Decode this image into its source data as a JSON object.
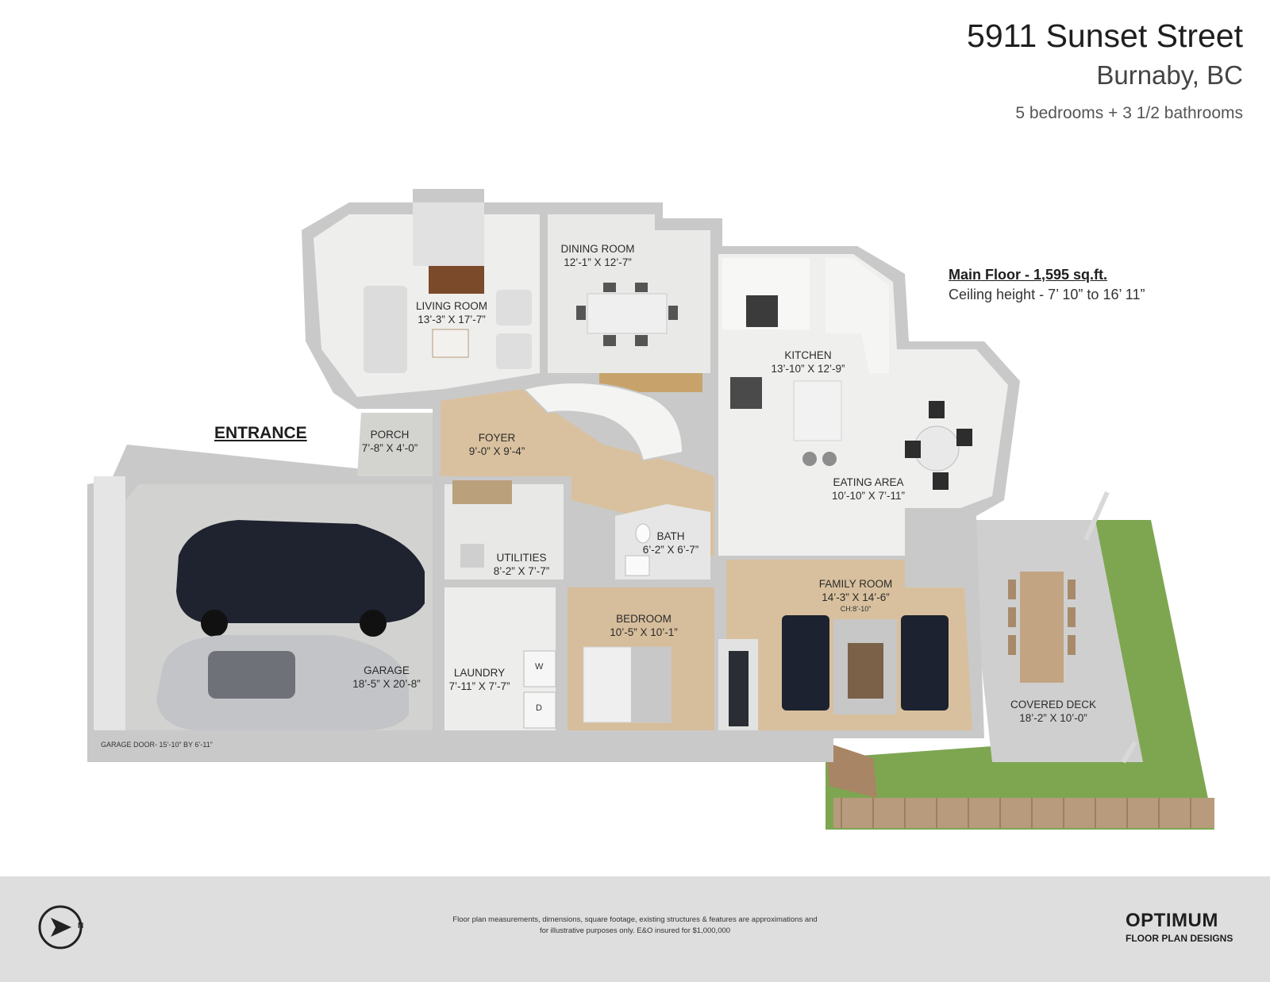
{
  "header": {
    "address": "5911 Sunset Street",
    "city": "Burnaby, BC",
    "summary": "5 bedrooms + 3 1/2 bathrooms"
  },
  "floor": {
    "title": "Main Floor - 1,595 sq.ft.",
    "ceiling": "Ceiling height - 7’ 10” to 16’ 11”"
  },
  "entrance_label": "ENTRANCE",
  "rooms": {
    "dining": {
      "name": "DINING ROOM",
      "dims": "12’-1” X 12’-7”"
    },
    "living": {
      "name": "LIVING ROOM",
      "dims": "13’-3” X 17’-7”"
    },
    "kitchen": {
      "name": "KITCHEN",
      "dims": "13’-10” X 12’-9”"
    },
    "porch": {
      "name": "PORCH",
      "dims": "7’-8” X 4’-0”"
    },
    "foyer": {
      "name": "FOYER",
      "dims": "9’-0” X 9’-4”"
    },
    "eating": {
      "name": "EATING AREA",
      "dims": "10’-10” X 7’-11”"
    },
    "bath": {
      "name": "BATH",
      "dims": "6’-2” X 6’-7”"
    },
    "utilities": {
      "name": "UTILITIES",
      "dims": "8’-2” X 7’-7”"
    },
    "family": {
      "name": "FAMILY ROOM",
      "dims": "14’-3” X 14’-6”",
      "ceiling": "CH:8’-10”"
    },
    "bedroom": {
      "name": "BEDROOM",
      "dims": "10’-5” X 10’-1”"
    },
    "garage": {
      "name": "GARAGE",
      "dims": "18’-5” X 20’-8”"
    },
    "laundry": {
      "name": "LAUNDRY",
      "dims": "7’-11” X 7’-7”"
    },
    "deck": {
      "name": "COVERED DECK",
      "dims": "18’-2” X 10’-0”"
    }
  },
  "appliance_labels": {
    "washer": "W",
    "dryer": "D"
  },
  "garage_door": "GARAGE DOOR- 15’-10” BY 6’-11”",
  "footer": {
    "disclaimer_line1": "Floor plan measurements, dimensions, square footage, existing structures & features are approximations and",
    "disclaimer_line2": "for illustrative purposes only.  E&O insured for $1,000,000",
    "compass_letter": "N",
    "logo_main": "OPTIMUM",
    "logo_sub": "FLOOR PLAN DESIGNS"
  },
  "colors": {
    "wall": "#c9c9c9",
    "floor_tile": "#efefed",
    "wood": "#d8c0a0",
    "grass": "#79a04d",
    "footer_bg": "#dedede"
  }
}
